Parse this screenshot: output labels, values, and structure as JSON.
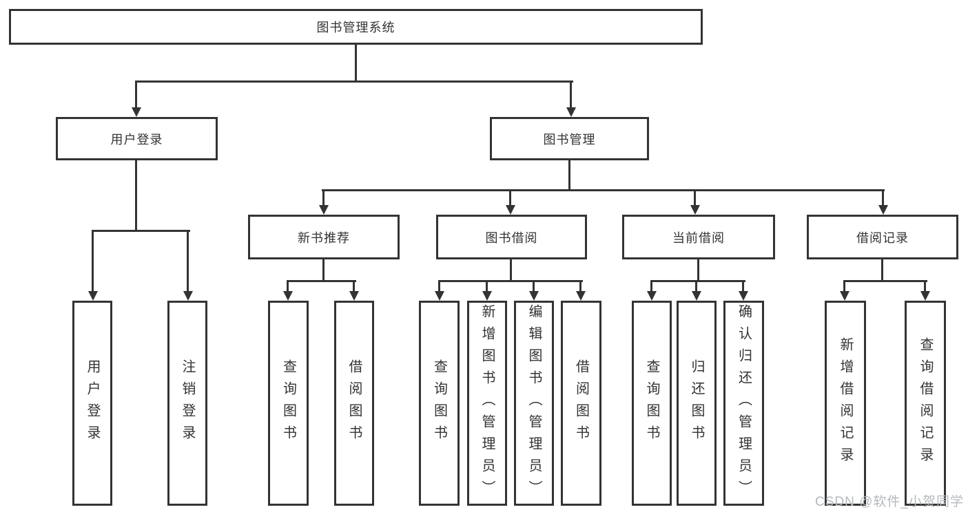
{
  "tree": {
    "root": "图书管理系统",
    "branches": [
      {
        "label": "用户登录",
        "children": [
          "用户登录",
          "注销登录"
        ]
      },
      {
        "label": "图书管理",
        "children": [
          {
            "label": "新书推荐",
            "children": [
              "查询图书",
              "借阅图书"
            ]
          },
          {
            "label": "图书借阅",
            "children": [
              "查询图书",
              "新增图书（管理员）",
              "编辑图书（管理员）",
              "借阅图书"
            ]
          },
          {
            "label": "当前借阅",
            "children": [
              "查询图书",
              "归还图书",
              "确认归还（管理员）"
            ]
          },
          {
            "label": "借阅记录",
            "children": [
              "新增借阅记录",
              "查询借阅记录"
            ]
          }
        ]
      }
    ]
  },
  "watermark": "CSDN @软件_小贺同学",
  "colors": {
    "line": "#333333",
    "text": "#333333",
    "watermark": "#b5b9bc",
    "background": "#ffffff"
  }
}
